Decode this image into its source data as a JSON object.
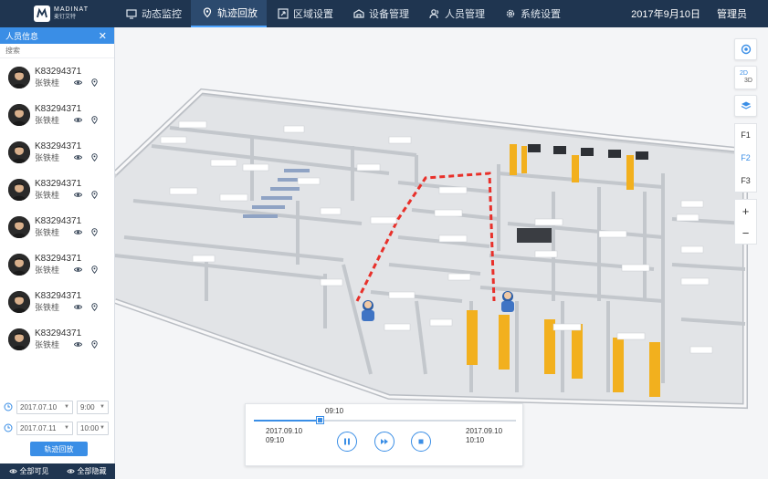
{
  "brand": {
    "name": "MADINAT",
    "sub": "麦钉艾特"
  },
  "nav": [
    {
      "label": "动态监控",
      "icon": "monitor-icon"
    },
    {
      "label": "轨迹回放",
      "icon": "location-icon"
    },
    {
      "label": "区域设置",
      "icon": "area-icon"
    },
    {
      "label": "设备管理",
      "icon": "device-icon"
    },
    {
      "label": "人员管理",
      "icon": "people-icon"
    },
    {
      "label": "系统设置",
      "icon": "gear-icon"
    }
  ],
  "header": {
    "date": "2017年9月10日",
    "user": "管理员"
  },
  "sidebar": {
    "title": "人员信息",
    "search_placeholder": "搜索",
    "people": [
      {
        "id": "K83294371",
        "name": "张铁桂"
      },
      {
        "id": "K83294371",
        "name": "张铁桂"
      },
      {
        "id": "K83294371",
        "name": "张铁桂"
      },
      {
        "id": "K83294371",
        "name": "张铁桂"
      },
      {
        "id": "K83294371",
        "name": "张铁桂"
      },
      {
        "id": "K83294371",
        "name": "张铁桂"
      },
      {
        "id": "K83294371",
        "name": "张铁桂"
      },
      {
        "id": "K83294371",
        "name": "张铁桂"
      }
    ],
    "start": {
      "date": "2017.07.10",
      "hour": "9:00"
    },
    "end": {
      "date": "2017.07.11",
      "hour": "10:00"
    },
    "replay_label": "轨迹回放",
    "show_all": "全部可见",
    "hide_all": "全部隐藏"
  },
  "map_tools": {
    "view_2d": "2D",
    "view_3d": "3D",
    "floors": [
      "F1",
      "F2",
      "F3"
    ],
    "active_floor": "F2",
    "zoom_in": "+",
    "zoom_out": "−"
  },
  "player": {
    "current_time": "09:10",
    "progress": 0.25,
    "start_date": "2017.09.10",
    "start_time": "09:10",
    "end_date": "2017.09.10",
    "end_time": "10:10"
  },
  "colors": {
    "nav_bg": "#1f3550",
    "accent": "#3a8ee6",
    "trail": "#e8302a",
    "equipment": "#f2b01e"
  }
}
